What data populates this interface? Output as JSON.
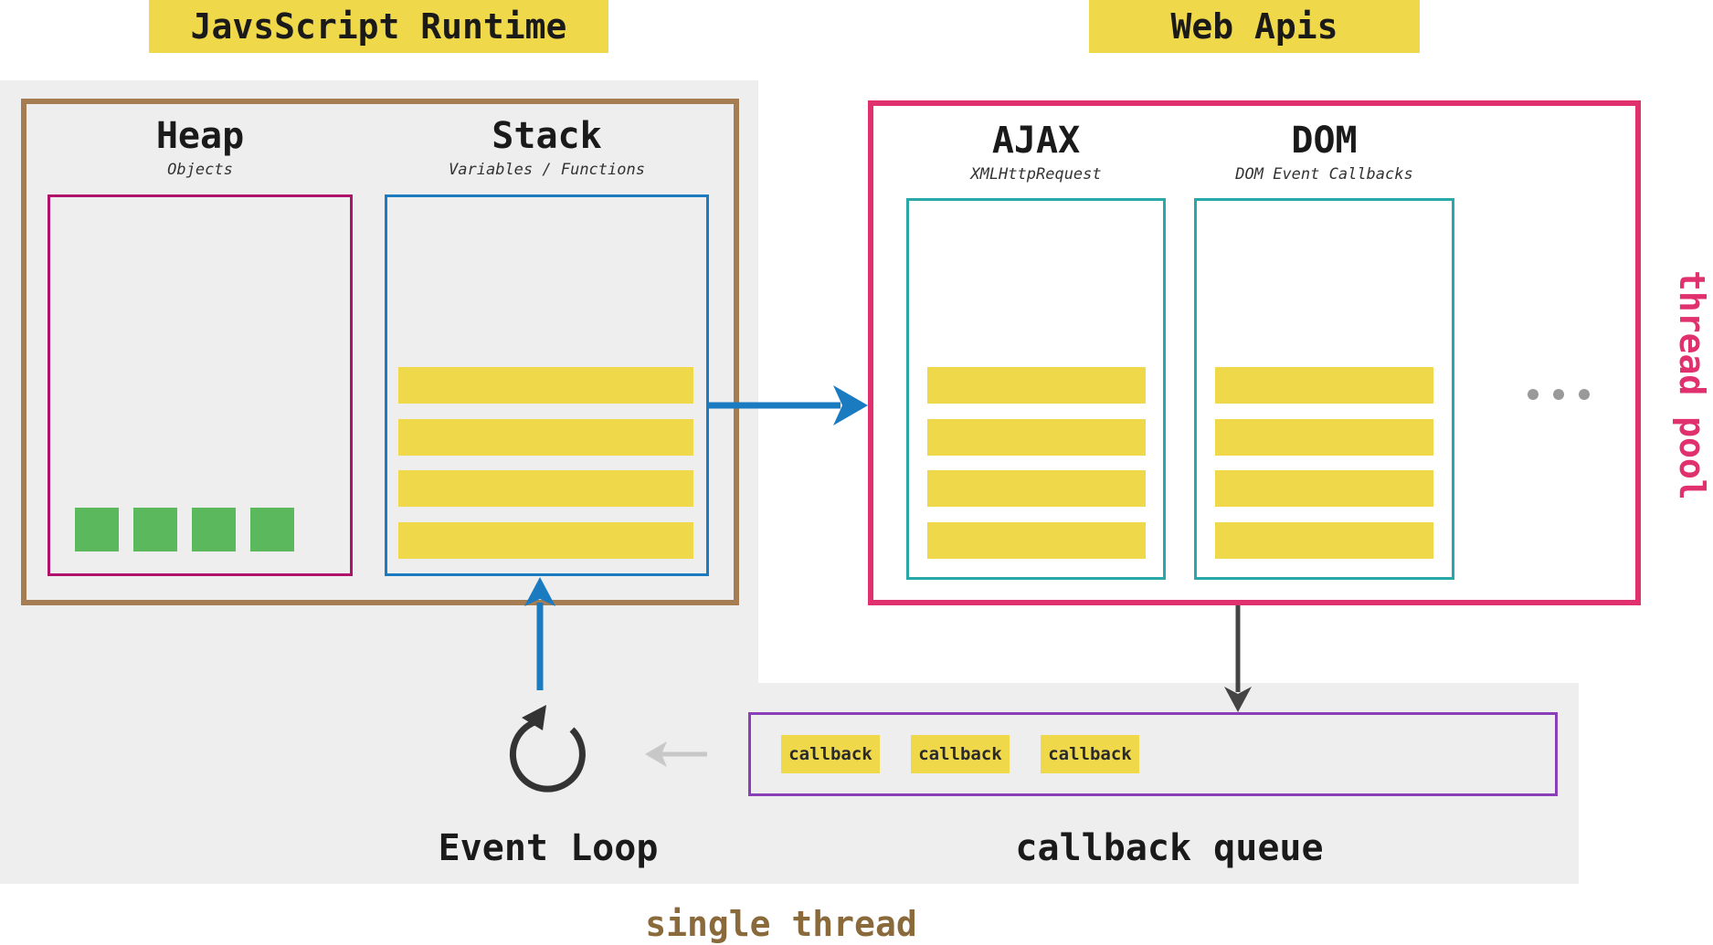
{
  "runtime": {
    "title": "JavsScript Runtime",
    "heap": {
      "title": "Heap",
      "subtitle": "Objects"
    },
    "stack": {
      "title": "Stack",
      "subtitle": "Variables / Functions"
    }
  },
  "web_apis": {
    "title": "Web Apis",
    "ajax": {
      "title": "AJAX",
      "subtitle": "XMLHttpRequest"
    },
    "dom": {
      "title": "DOM",
      "subtitle": "DOM Event Callbacks"
    },
    "ellipsis": "..."
  },
  "thread_pool_label": "thread pool",
  "event_loop_label": "Event Loop",
  "callback_queue": {
    "label": "callback queue",
    "items": [
      "callback",
      "callback",
      "callback"
    ]
  },
  "single_thread_label": "single thread",
  "colors": {
    "yellow": "#efd84a",
    "runtime_border": "#a67c52",
    "webapi_border": "#e0306e",
    "heap_border": "#b0126b",
    "stack_border": "#1b7bc1",
    "api_border": "#2aa8a8",
    "queue_border": "#8a3fb8",
    "arrow_blue": "#1b7bc1",
    "heap_objects": "#5cb85c"
  }
}
